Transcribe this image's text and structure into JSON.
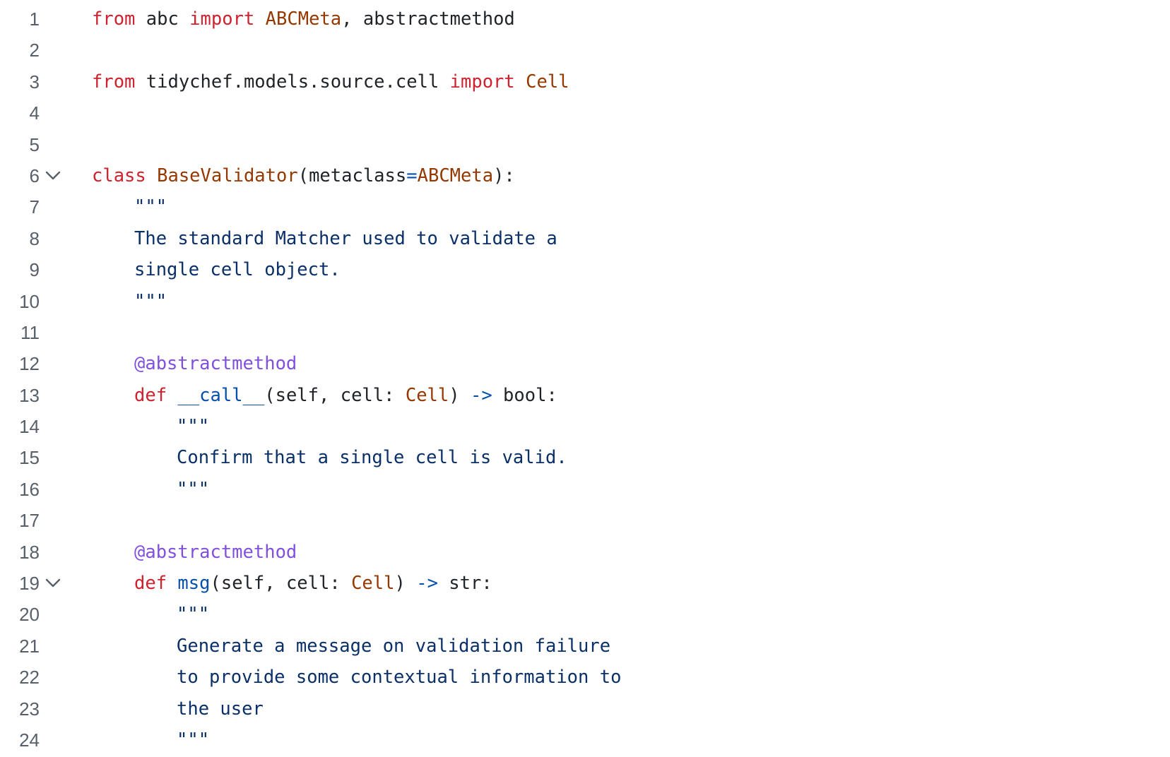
{
  "colors": {
    "background": "#ffffff",
    "line_number": "#57606a",
    "plain": "#1f2328",
    "keyword": "#cf222e",
    "class": "#953800",
    "string": "#0a3069",
    "func": "#8250df",
    "operator": "#0550ae",
    "name": "#0550ae"
  },
  "fold_icon": "chevron-down-icon",
  "lines": [
    {
      "n": "1",
      "fold": false,
      "indent": 0,
      "tokens": [
        {
          "t": "from",
          "c": "keyword"
        },
        {
          "t": " abc ",
          "c": "plain"
        },
        {
          "t": "import",
          "c": "keyword"
        },
        {
          "t": " ",
          "c": "plain"
        },
        {
          "t": "ABCMeta",
          "c": "class"
        },
        {
          "t": ", abstractmethod",
          "c": "plain"
        }
      ]
    },
    {
      "n": "2",
      "fold": false,
      "indent": 0,
      "tokens": []
    },
    {
      "n": "3",
      "fold": false,
      "indent": 0,
      "tokens": [
        {
          "t": "from",
          "c": "keyword"
        },
        {
          "t": " tidychef.models.source.cell ",
          "c": "plain"
        },
        {
          "t": "import",
          "c": "keyword"
        },
        {
          "t": " ",
          "c": "plain"
        },
        {
          "t": "Cell",
          "c": "class"
        }
      ]
    },
    {
      "n": "4",
      "fold": false,
      "indent": 0,
      "tokens": []
    },
    {
      "n": "5",
      "fold": false,
      "indent": 0,
      "tokens": []
    },
    {
      "n": "6",
      "fold": true,
      "indent": 0,
      "tokens": [
        {
          "t": "class",
          "c": "keyword"
        },
        {
          "t": " ",
          "c": "plain"
        },
        {
          "t": "BaseValidator",
          "c": "class"
        },
        {
          "t": "(metaclass",
          "c": "plain"
        },
        {
          "t": "=",
          "c": "operator"
        },
        {
          "t": "ABCMeta",
          "c": "class"
        },
        {
          "t": "):",
          "c": "plain"
        }
      ]
    },
    {
      "n": "7",
      "fold": false,
      "indent": 1,
      "tokens": [
        {
          "t": "\"\"\"",
          "c": "string"
        }
      ]
    },
    {
      "n": "8",
      "fold": false,
      "indent": 1,
      "tokens": [
        {
          "t": "The standard Matcher used to validate a",
          "c": "string"
        }
      ]
    },
    {
      "n": "9",
      "fold": false,
      "indent": 1,
      "tokens": [
        {
          "t": "single cell object.",
          "c": "string"
        }
      ]
    },
    {
      "n": "10",
      "fold": false,
      "indent": 1,
      "tokens": [
        {
          "t": "\"\"\"",
          "c": "string"
        }
      ]
    },
    {
      "n": "11",
      "fold": false,
      "indent": 0,
      "tokens": []
    },
    {
      "n": "12",
      "fold": false,
      "indent": 1,
      "tokens": [
        {
          "t": "@abstractmethod",
          "c": "func"
        }
      ]
    },
    {
      "n": "13",
      "fold": false,
      "indent": 1,
      "tokens": [
        {
          "t": "def",
          "c": "keyword"
        },
        {
          "t": " ",
          "c": "plain"
        },
        {
          "t": "__call__",
          "c": "name"
        },
        {
          "t": "(self, cell: ",
          "c": "plain"
        },
        {
          "t": "Cell",
          "c": "class"
        },
        {
          "t": ") ",
          "c": "plain"
        },
        {
          "t": "->",
          "c": "operator"
        },
        {
          "t": " bool:",
          "c": "plain"
        }
      ]
    },
    {
      "n": "14",
      "fold": false,
      "indent": 2,
      "tokens": [
        {
          "t": "\"\"\"",
          "c": "string"
        }
      ]
    },
    {
      "n": "15",
      "fold": false,
      "indent": 2,
      "tokens": [
        {
          "t": "Confirm that a single cell is valid.",
          "c": "string"
        }
      ]
    },
    {
      "n": "16",
      "fold": false,
      "indent": 2,
      "tokens": [
        {
          "t": "\"\"\"",
          "c": "string"
        }
      ]
    },
    {
      "n": "17",
      "fold": false,
      "indent": 0,
      "tokens": []
    },
    {
      "n": "18",
      "fold": false,
      "indent": 1,
      "tokens": [
        {
          "t": "@abstractmethod",
          "c": "func"
        }
      ]
    },
    {
      "n": "19",
      "fold": true,
      "indent": 1,
      "tokens": [
        {
          "t": "def",
          "c": "keyword"
        },
        {
          "t": " ",
          "c": "plain"
        },
        {
          "t": "msg",
          "c": "name"
        },
        {
          "t": "(self, cell: ",
          "c": "plain"
        },
        {
          "t": "Cell",
          "c": "class"
        },
        {
          "t": ") ",
          "c": "plain"
        },
        {
          "t": "->",
          "c": "operator"
        },
        {
          "t": " str:",
          "c": "plain"
        }
      ]
    },
    {
      "n": "20",
      "fold": false,
      "indent": 2,
      "tokens": [
        {
          "t": "\"\"\"",
          "c": "string"
        }
      ]
    },
    {
      "n": "21",
      "fold": false,
      "indent": 2,
      "tokens": [
        {
          "t": "Generate a message on validation failure",
          "c": "string"
        }
      ]
    },
    {
      "n": "22",
      "fold": false,
      "indent": 2,
      "tokens": [
        {
          "t": "to provide some contextual information to",
          "c": "string"
        }
      ]
    },
    {
      "n": "23",
      "fold": false,
      "indent": 2,
      "tokens": [
        {
          "t": "the user",
          "c": "string"
        }
      ]
    },
    {
      "n": "24",
      "fold": false,
      "indent": 2,
      "tokens": [
        {
          "t": "\"\"\"",
          "c": "string"
        }
      ]
    }
  ]
}
